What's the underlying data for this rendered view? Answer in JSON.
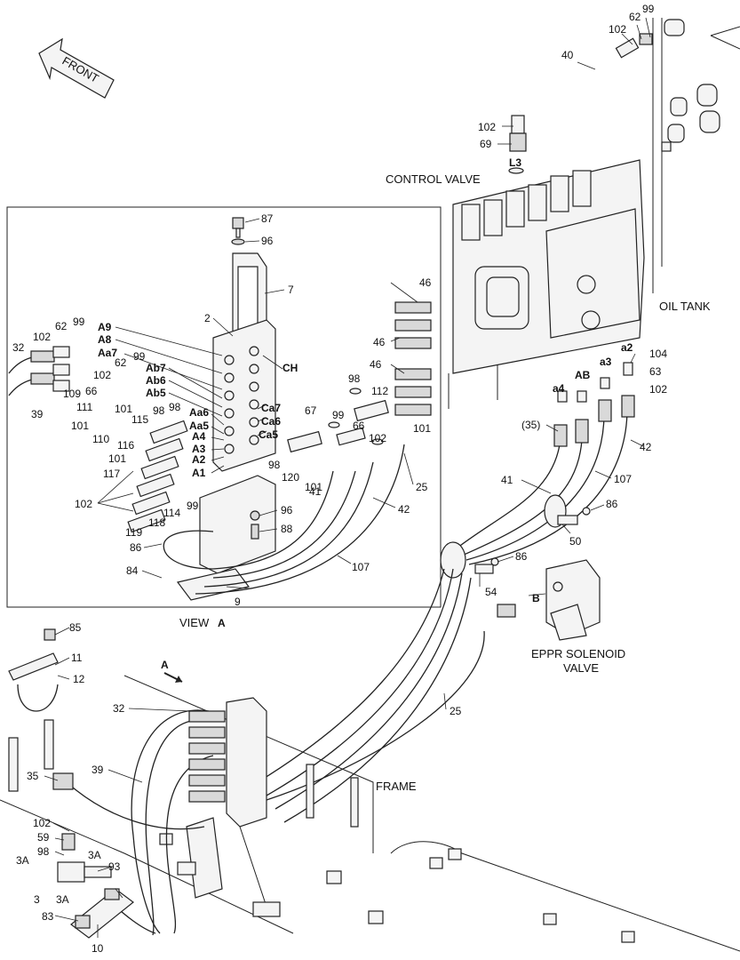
{
  "view_box_title": {
    "prefix": "VIEW",
    "letter": "A"
  },
  "captions": {
    "front": "FRONT",
    "control_valve": "CONTROL VALVE",
    "oil_tank": "OIL TANK",
    "eppr_line1": "EPPR SOLENOID",
    "eppr_line2": "VALVE",
    "frame": "FRAME",
    "view_arrow": "A"
  },
  "ports": {
    "L3": "L3",
    "a4": "a4",
    "AB": "AB",
    "a3": "a3",
    "a2": "a2",
    "B": "B",
    "A9": "A9",
    "A8": "A8",
    "Aa7": "Aa7",
    "Ab7": "Ab7",
    "Ab6": "Ab6",
    "Ab5": "Ab5",
    "Aa6": "Aa6",
    "Aa5": "Aa5",
    "A4": "A4",
    "A3": "A3",
    "A2": "A2",
    "A1": "A1",
    "CH": "CH",
    "Ca7": "Ca7",
    "Ca6": "Ca6",
    "Ca5": "Ca5"
  },
  "callouts": {
    "c99a": "99",
    "c62a": "62",
    "c102a": "102",
    "c40": "40",
    "c102b": "102",
    "c69": "69",
    "c87": "87",
    "c96a": "96",
    "c7": "7",
    "c2": "2",
    "c46a": "46",
    "c46b": "46",
    "c46c": "46",
    "c62b": "62",
    "c99b": "99",
    "c102c": "102",
    "c32a": "32",
    "c109": "109",
    "c66a": "66",
    "c39a": "39",
    "c111": "111",
    "c101a": "101",
    "c110": "110",
    "c62c": "62",
    "c102d": "102",
    "c99c": "99",
    "c115": "115",
    "c98a": "98",
    "c101b": "101",
    "c116": "116",
    "c101c": "101",
    "c117": "117",
    "c102e": "102",
    "c119": "119",
    "c118": "118",
    "c114": "114",
    "c99d": "99",
    "c98b": "98",
    "c98c": "98",
    "c112": "112",
    "c67": "67",
    "c99e": "99",
    "c66b": "66",
    "c102f": "102",
    "c101d": "101",
    "c120": "120",
    "c101e": "101",
    "c98d": "98",
    "c25a": "25",
    "c42a": "42",
    "c41a": "41",
    "c96b": "96",
    "c88": "88",
    "c86a": "86",
    "c107a": "107",
    "c84": "84",
    "c9": "9",
    "c104": "104",
    "c63": "63",
    "c102g": "102",
    "c35a": "(35)",
    "c42b": "42",
    "c41b": "41",
    "c107b": "107",
    "c86b": "86",
    "c50": "50",
    "c86c": "86",
    "c54": "54",
    "c85": "85",
    "c11": "11",
    "c12": "12",
    "c32b": "32",
    "c25b": "25",
    "c39b": "39",
    "c35b": "35",
    "c102h": "102",
    "c59": "59",
    "c98e": "98",
    "c3Aa": "3A",
    "c3Ab": "3A",
    "c93": "93",
    "c3": "3",
    "c3Ac": "3A",
    "c83": "83",
    "c10": "10"
  }
}
